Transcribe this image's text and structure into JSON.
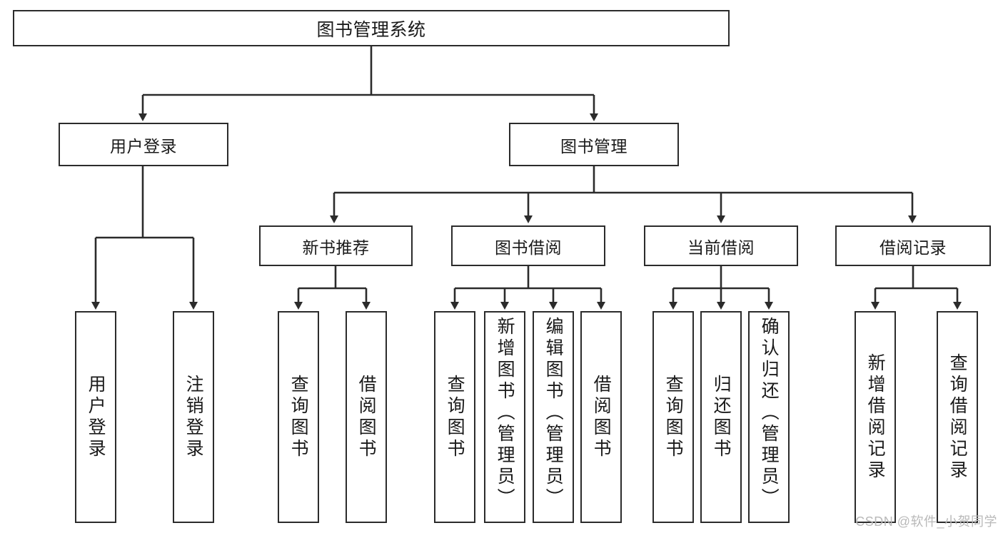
{
  "diagram": {
    "type": "tree-hierarchy",
    "title": "图书管理系统",
    "watermark": "CSDN @软件_小贺同学",
    "colors": {
      "stroke": "#2b2b2b",
      "fill": "#ffffff",
      "text": "#1a1a1a",
      "watermark": "#b9b9b9"
    },
    "nodes": {
      "root": {
        "label": "图书管理系统"
      },
      "level2": [
        {
          "id": "user-login",
          "label": "用户登录"
        },
        {
          "id": "book-management",
          "label": "图书管理"
        }
      ],
      "level3": [
        {
          "id": "new-book-recommend",
          "label": "新书推荐"
        },
        {
          "id": "book-borrow",
          "label": "图书借阅"
        },
        {
          "id": "current-borrow",
          "label": "当前借阅"
        },
        {
          "id": "borrow-record",
          "label": "借阅记录"
        }
      ],
      "leaves": [
        {
          "id": "leaf-user-login",
          "label": "用户登录",
          "parent": "user-login"
        },
        {
          "id": "leaf-logout-login",
          "label": "注销登录",
          "parent": "user-login"
        },
        {
          "id": "leaf-query-book-1",
          "label": "查询图书",
          "parent": "new-book-recommend"
        },
        {
          "id": "leaf-borrow-book-1",
          "label": "借阅图书",
          "parent": "new-book-recommend"
        },
        {
          "id": "leaf-query-book-2",
          "label": "查询图书",
          "parent": "book-borrow"
        },
        {
          "id": "leaf-add-book",
          "label": "新增图书（管理员）",
          "parent": "book-borrow"
        },
        {
          "id": "leaf-edit-book",
          "label": "编辑图书（管理员）",
          "parent": "book-borrow"
        },
        {
          "id": "leaf-borrow-book-2",
          "label": "借阅图书",
          "parent": "book-borrow"
        },
        {
          "id": "leaf-query-book-3",
          "label": "查询图书",
          "parent": "current-borrow"
        },
        {
          "id": "leaf-return-book",
          "label": "归还图书",
          "parent": "current-borrow"
        },
        {
          "id": "leaf-confirm-return",
          "label": "确认归还（管理员）",
          "parent": "current-borrow"
        },
        {
          "id": "leaf-add-borrow-record",
          "label": "新增借阅记录",
          "parent": "borrow-record"
        },
        {
          "id": "leaf-query-borrow-record",
          "label": "查询借阅记录",
          "parent": "borrow-record"
        }
      ]
    }
  }
}
